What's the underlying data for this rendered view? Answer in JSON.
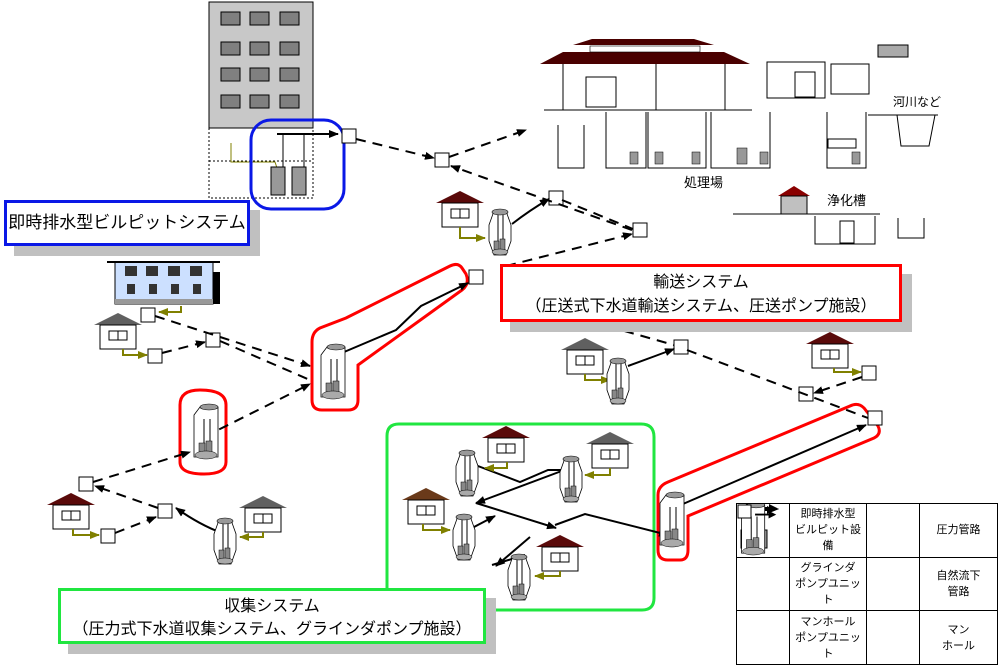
{
  "labels": {
    "instant_drain": "即時排水型ビルピットシステム",
    "transport_title": "輸送システム",
    "transport_sub": "（圧送式下水道輸送システム、圧送ポンプ施設）",
    "collection_title": "収集システム",
    "collection_sub": "（圧力式下水道収集システム、グラインダポンプ施設）",
    "treatment_plant": "処理場",
    "septic_tank": "浄化槽",
    "river": "河川など"
  },
  "legend": {
    "rows": [
      {
        "icon": "building-pit-pump-icon",
        "name": "即時排水型\nビルピット設備",
        "line": "solid-arrow-icon",
        "line_label": "圧力管路"
      },
      {
        "icon": "grinder-pump-icon",
        "name": "グラインダ\nポンプユニット",
        "line": "dashed-arrow-icon",
        "line_label": "自然流下\n管路"
      },
      {
        "icon": "manhole-pump-icon",
        "name": "マンホール\nポンプユニット",
        "line": "manhole-square-icon",
        "line_label": "マン\nホール"
      }
    ]
  },
  "colors": {
    "instant_drain_border": "#0a18e6",
    "transport_border": "#ff0000",
    "collection_border": "#20e640",
    "roof_dark_red": "#4a0000",
    "house_drain": "#808000"
  }
}
